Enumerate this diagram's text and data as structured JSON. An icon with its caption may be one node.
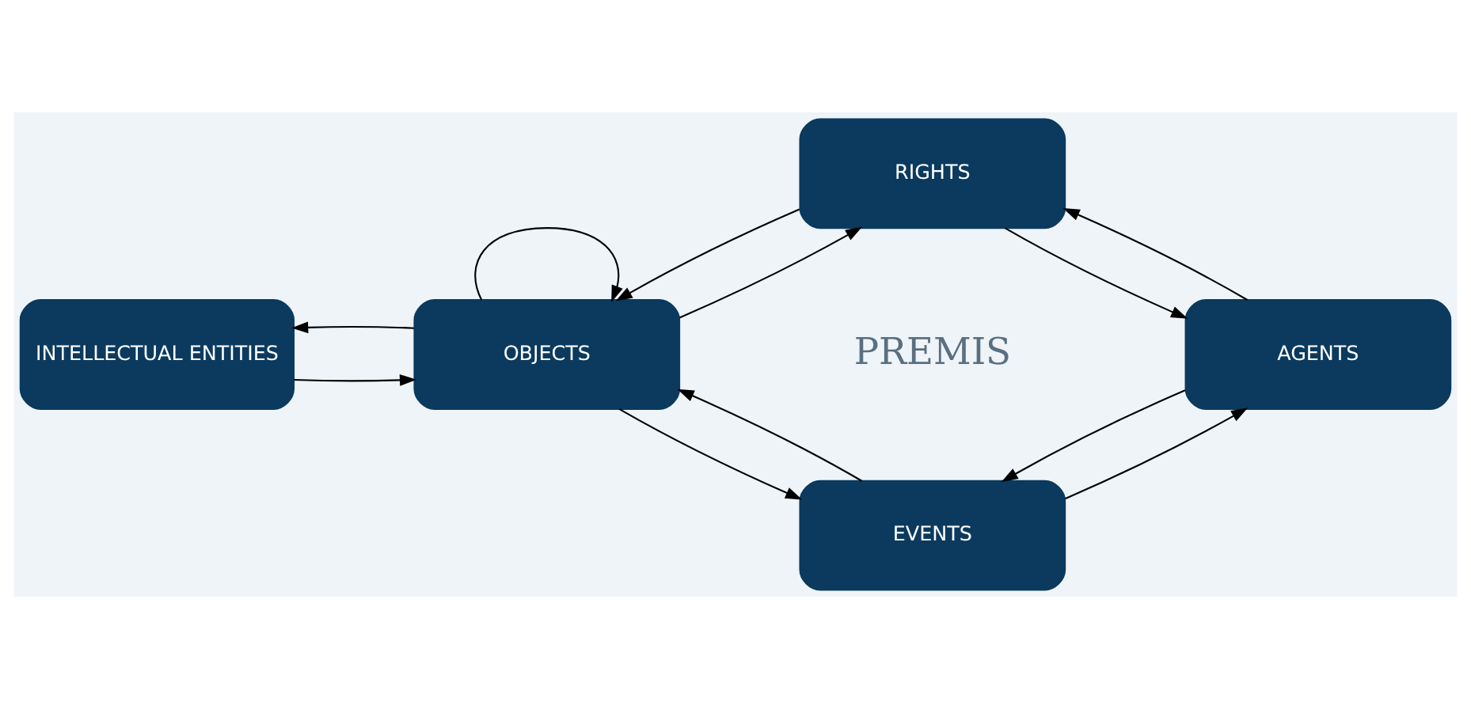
{
  "diagram": {
    "nodes": [
      {
        "text": [
          "INTELLECTUAL ENTITIES"
        ]
      },
      {
        "text": [
          "RIGHTS"
        ]
      },
      {
        "text": [
          "OBJECTS"
        ]
      },
      {
        "text": [
          "AGENTS"
        ]
      },
      {
        "text": [
          "EVENTS"
        ]
      }
    ],
    "edges": [
      {
        "from": 0,
        "to": 2,
        "arrow": "to"
      },
      {
        "from": 2,
        "to": 0,
        "arrow": "to"
      },
      {
        "from": 2,
        "to": 2,
        "arrow": "to"
      },
      {
        "from": 1,
        "to": 2,
        "arrow": "to"
      },
      {
        "from": 2,
        "to": 1,
        "arrow": "to"
      },
      {
        "from": 1,
        "to": 3,
        "arrow": "to"
      },
      {
        "from": 3,
        "to": 1,
        "arrow": "to"
      },
      {
        "from": 2,
        "to": 4,
        "arrow": "to"
      },
      {
        "from": 4,
        "to": 2,
        "arrow": "to"
      },
      {
        "from": 4,
        "to": 3,
        "arrow": "to"
      },
      {
        "from": 3,
        "to": 4,
        "arrow": "to"
      }
    ],
    "labels": [
      "PREMIS"
    ]
  }
}
